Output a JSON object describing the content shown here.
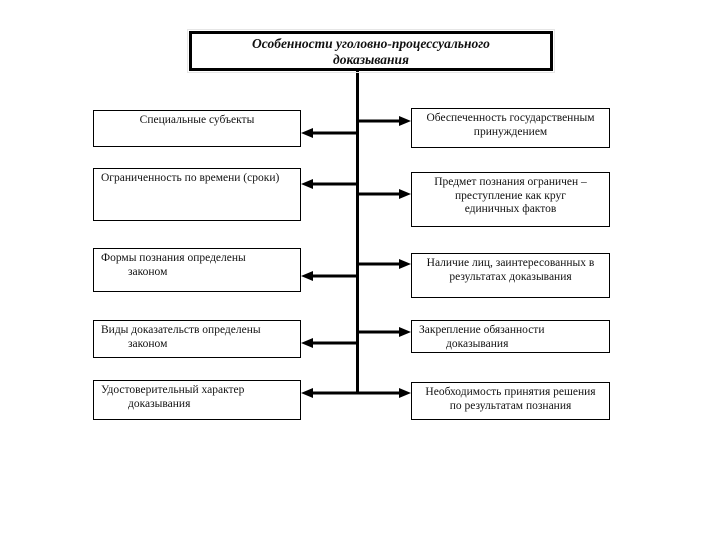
{
  "diagram": {
    "title": {
      "lines": [
        "Особенности уголовно-процессуального",
        "доказывания"
      ]
    },
    "left_boxes": [
      {
        "lines": [
          "Специальные субъекты"
        ]
      },
      {
        "lines": [
          "Ограниченность по времени (сроки)"
        ]
      },
      {
        "lines": [
          "Формы познания определены",
          "законом"
        ]
      },
      {
        "lines": [
          "Виды доказательств определены",
          "законом"
        ]
      },
      {
        "lines": [
          "Удостоверительный характер",
          "доказывания"
        ]
      }
    ],
    "right_boxes": [
      {
        "lines": [
          "Обеспеченность государственным",
          "принуждением"
        ]
      },
      {
        "lines": [
          "Предмет познания ограничен –",
          "преступление как круг",
          "единичных фактов"
        ]
      },
      {
        "lines": [
          "Наличие лиц, заинтересованных в",
          "результатах доказывания"
        ]
      },
      {
        "lines": [
          "Закрепление обязанности",
          "доказывания"
        ]
      },
      {
        "lines": [
          "Необходимость принятия решения",
          "по результатам познания"
        ]
      }
    ],
    "colors": {
      "ink": "#000000",
      "background": "#ffffff"
    }
  }
}
